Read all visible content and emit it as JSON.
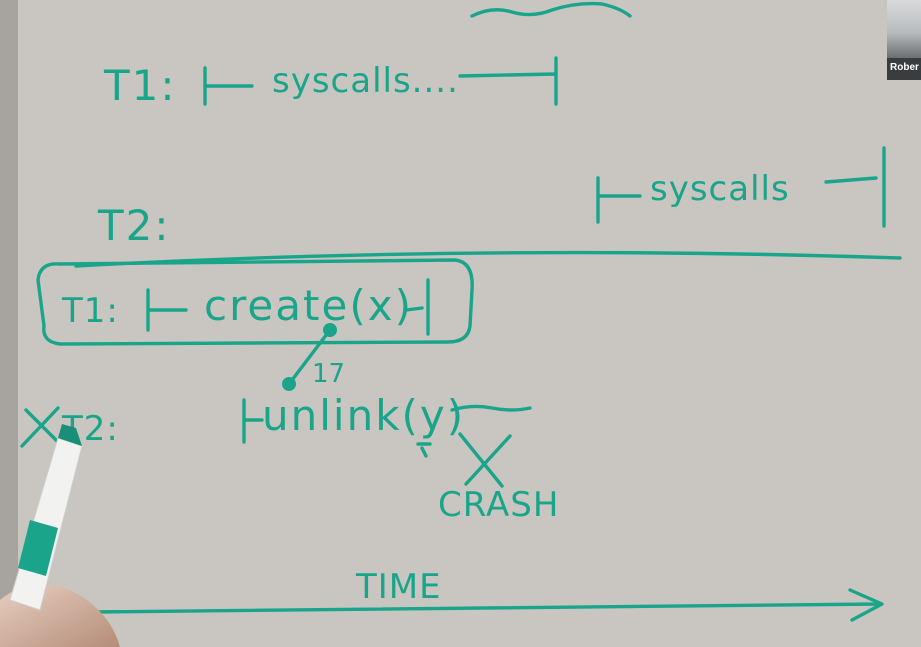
{
  "whiteboard": {
    "row1_thread": "T1:",
    "row1_syscalls": "syscalls....",
    "row2_thread": "T2:",
    "row2_syscalls": "syscalls",
    "boxed_thread": "T1:",
    "boxed_call": "create(x)",
    "annotation": "17",
    "row4_thread": "T2:",
    "row4_call": "unlink(y)",
    "crash_label": "CRASH",
    "axis_label": "TIME"
  },
  "participant": {
    "name": "Rober"
  },
  "colors": {
    "ink": "#1aa58b",
    "board": "#c9c6c1"
  }
}
